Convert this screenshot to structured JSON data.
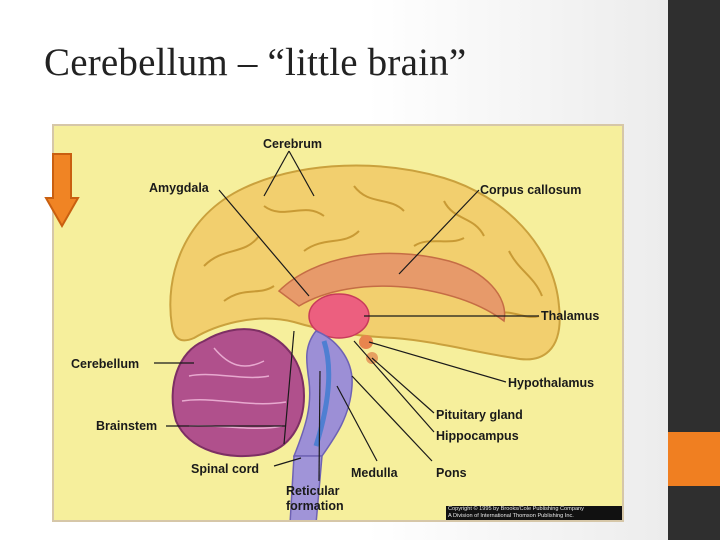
{
  "slide": {
    "title": "Cerebellum – “little brain”",
    "colors": {
      "accent": "#f07f21",
      "sidebar": "#2f2f2f",
      "figure_bg": "#f6ef9c"
    }
  },
  "diagram": {
    "labels": {
      "cerebrum": "Cerebrum",
      "amygdala": "Amygdala",
      "corpus_callosum": "Corpus callosum",
      "thalamus": "Thalamus",
      "cerebellum": "Cerebellum",
      "hypothalamus": "Hypothalamus",
      "pituitary_gland": "Pituitary gland",
      "hippocampus": "Hippocampus",
      "brainstem": "Brainstem",
      "spinal_cord": "Spinal cord",
      "medulla": "Medulla",
      "pons": "Pons",
      "reticular_formation_1": "Reticular",
      "reticular_formation_2": "formation"
    },
    "copyright_line_1": "Copyright © 1995 by Brooks/Cole Publishing Company",
    "copyright_line_2": "A Division of International Thomson Publishing Inc.",
    "pointer_icon": "down-arrow-icon"
  }
}
